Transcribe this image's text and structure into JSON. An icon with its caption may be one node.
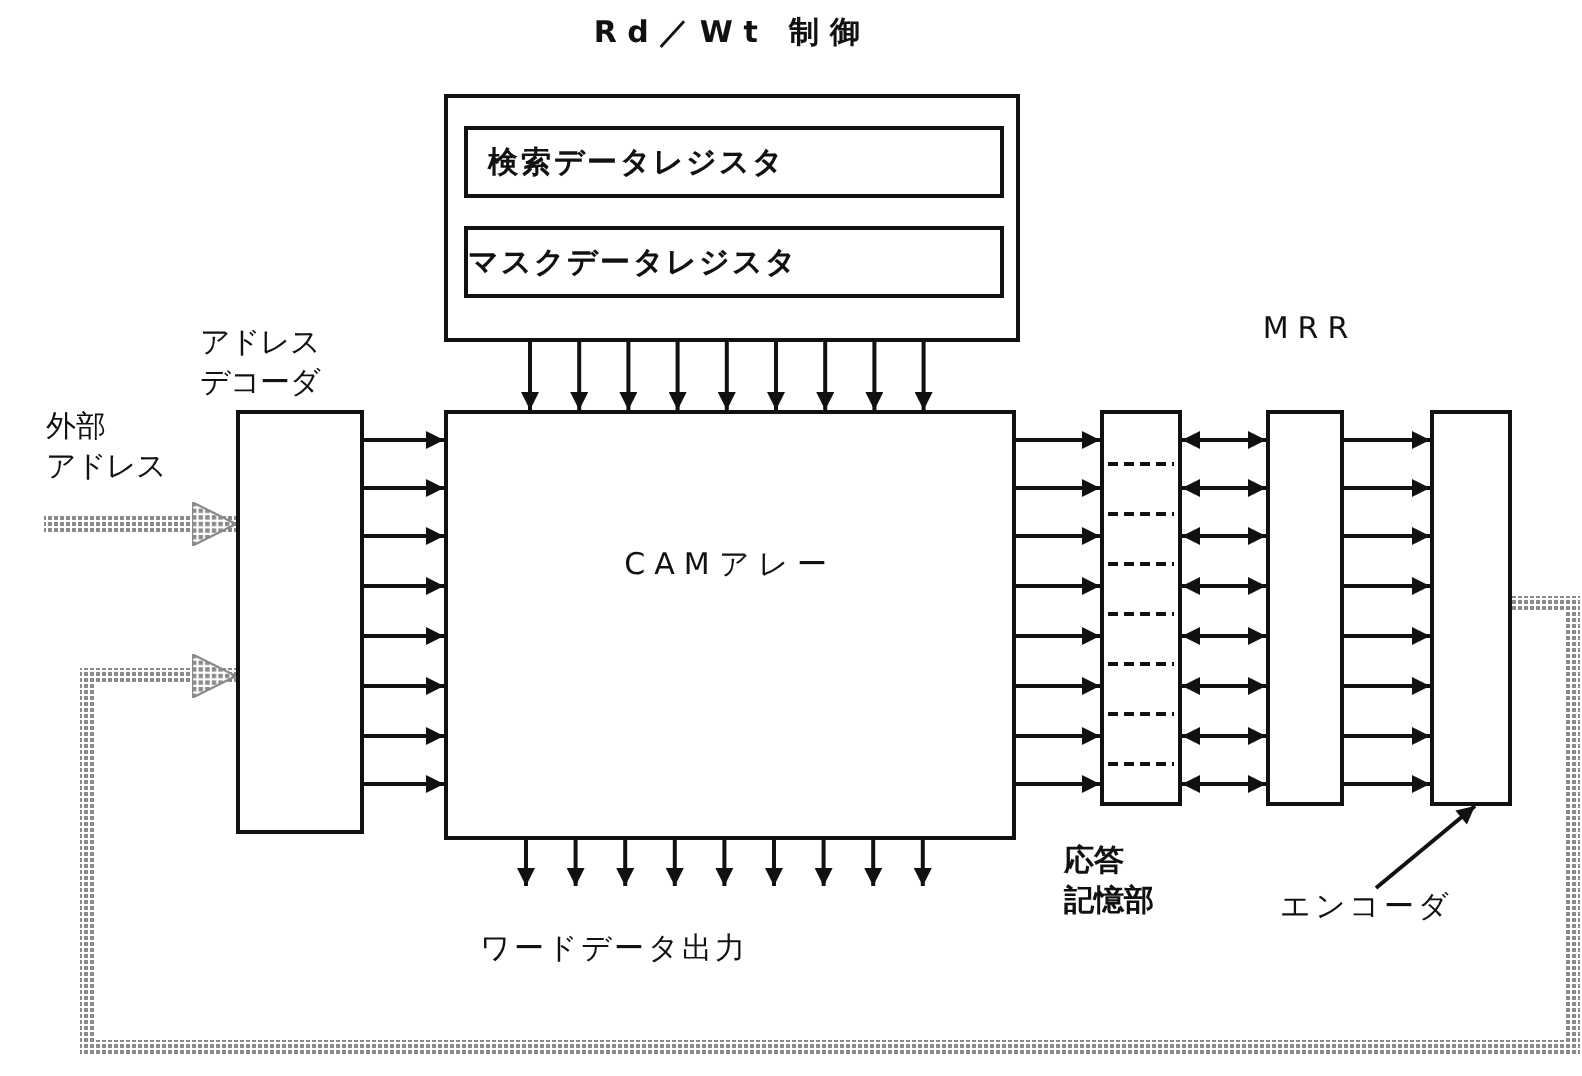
{
  "diagram": {
    "nodes": [
      {
        "text": [
          "Rd／Wt 制御"
        ]
      },
      {
        "text": [
          "検索データレジスタ"
        ],
        "in": 0
      },
      {
        "text": [
          "マスクデータレジスタ"
        ],
        "in": 0
      },
      {
        "text": [
          "アドレスデコーダ"
        ]
      },
      {
        "text": [
          "CAMアレー"
        ]
      },
      {
        "text": [
          "応答記憶部"
        ]
      },
      {
        "text": [
          "MRR"
        ]
      },
      {
        "text": [],
        "shape": "box"
      },
      {
        "text": [
          "エンコーダ"
        ]
      }
    ],
    "edges": [
      {
        "from": 0,
        "to": 4,
        "arrow": "to"
      },
      {
        "from": 0,
        "to": 4,
        "arrow": "to"
      },
      {
        "from": 0,
        "to": 4,
        "arrow": "to"
      },
      {
        "from": 0,
        "to": 4,
        "arrow": "to"
      },
      {
        "from": 0,
        "to": 4,
        "arrow": "to"
      },
      {
        "from": 0,
        "to": 4,
        "arrow": "to"
      },
      {
        "from": 0,
        "to": 4,
        "arrow": "to"
      },
      {
        "from": 0,
        "to": 4,
        "arrow": "to"
      },
      {
        "from": 0,
        "to": 4,
        "arrow": "to"
      },
      {
        "from": 3,
        "to": 4,
        "arrow": "to"
      },
      {
        "from": 3,
        "to": 4,
        "arrow": "to"
      },
      {
        "from": 3,
        "to": 4,
        "arrow": "to"
      },
      {
        "from": 3,
        "to": 4,
        "arrow": "to"
      },
      {
        "from": 3,
        "to": 4,
        "arrow": "to"
      },
      {
        "from": 3,
        "to": 4,
        "arrow": "to"
      },
      {
        "from": 3,
        "to": 4,
        "arrow": "to"
      },
      {
        "from": 3,
        "to": 4,
        "arrow": "to"
      },
      {
        "from": 4,
        "to": 5,
        "arrow": "to"
      },
      {
        "from": 4,
        "to": 5,
        "arrow": "to"
      },
      {
        "from": 4,
        "to": 5,
        "arrow": "to"
      },
      {
        "from": 4,
        "to": 5,
        "arrow": "to"
      },
      {
        "from": 4,
        "to": 5,
        "arrow": "to"
      },
      {
        "from": 4,
        "to": 5,
        "arrow": "to"
      },
      {
        "from": 4,
        "to": 5,
        "arrow": "to"
      },
      {
        "from": 4,
        "to": 5,
        "arrow": "to"
      },
      {
        "from": 5,
        "to": 6,
        "arrow": "both"
      },
      {
        "from": 5,
        "to": 6,
        "arrow": "both"
      },
      {
        "from": 5,
        "to": 6,
        "arrow": "both"
      },
      {
        "from": 5,
        "to": 6,
        "arrow": "both"
      },
      {
        "from": 5,
        "to": 6,
        "arrow": "both"
      },
      {
        "from": 5,
        "to": 6,
        "arrow": "both"
      },
      {
        "from": 5,
        "to": 6,
        "arrow": "both"
      },
      {
        "from": 5,
        "to": 6,
        "arrow": "both"
      },
      {
        "from": 6,
        "to": 7,
        "arrow": "to"
      },
      {
        "from": 6,
        "to": 7,
        "arrow": "to"
      },
      {
        "from": 6,
        "to": 7,
        "arrow": "to"
      },
      {
        "from": 6,
        "to": 7,
        "arrow": "to"
      },
      {
        "from": 6,
        "to": 7,
        "arrow": "to"
      },
      {
        "from": 6,
        "to": 7,
        "arrow": "to"
      },
      {
        "from": 6,
        "to": 7,
        "arrow": "to"
      },
      {
        "from": 6,
        "to": 7,
        "arrow": "to"
      },
      {
        "from": 4,
        "to": null,
        "arrow": "to"
      },
      {
        "from": 4,
        "to": null,
        "arrow": "to"
      },
      {
        "from": 4,
        "to": null,
        "arrow": "to"
      },
      {
        "from": 4,
        "to": null,
        "arrow": "to"
      },
      {
        "from": 4,
        "to": null,
        "arrow": "to"
      },
      {
        "from": 4,
        "to": null,
        "arrow": "to"
      },
      {
        "from": 4,
        "to": null,
        "arrow": "to"
      },
      {
        "from": 4,
        "to": null,
        "arrow": "to"
      },
      {
        "from": 4,
        "to": null,
        "arrow": "to"
      },
      {
        "from": null,
        "to": 3,
        "arrow": "to",
        "style": "thick",
        "color": "#8a8a8a"
      },
      {
        "from": 7,
        "to": 3,
        "arrow": "to",
        "style": "thick",
        "color": "#8a8a8a"
      },
      {
        "from": 8,
        "to": 7,
        "arrow": "to"
      }
    ],
    "labels": [
      "外部アドレス",
      "ワードデータ出力"
    ]
  }
}
